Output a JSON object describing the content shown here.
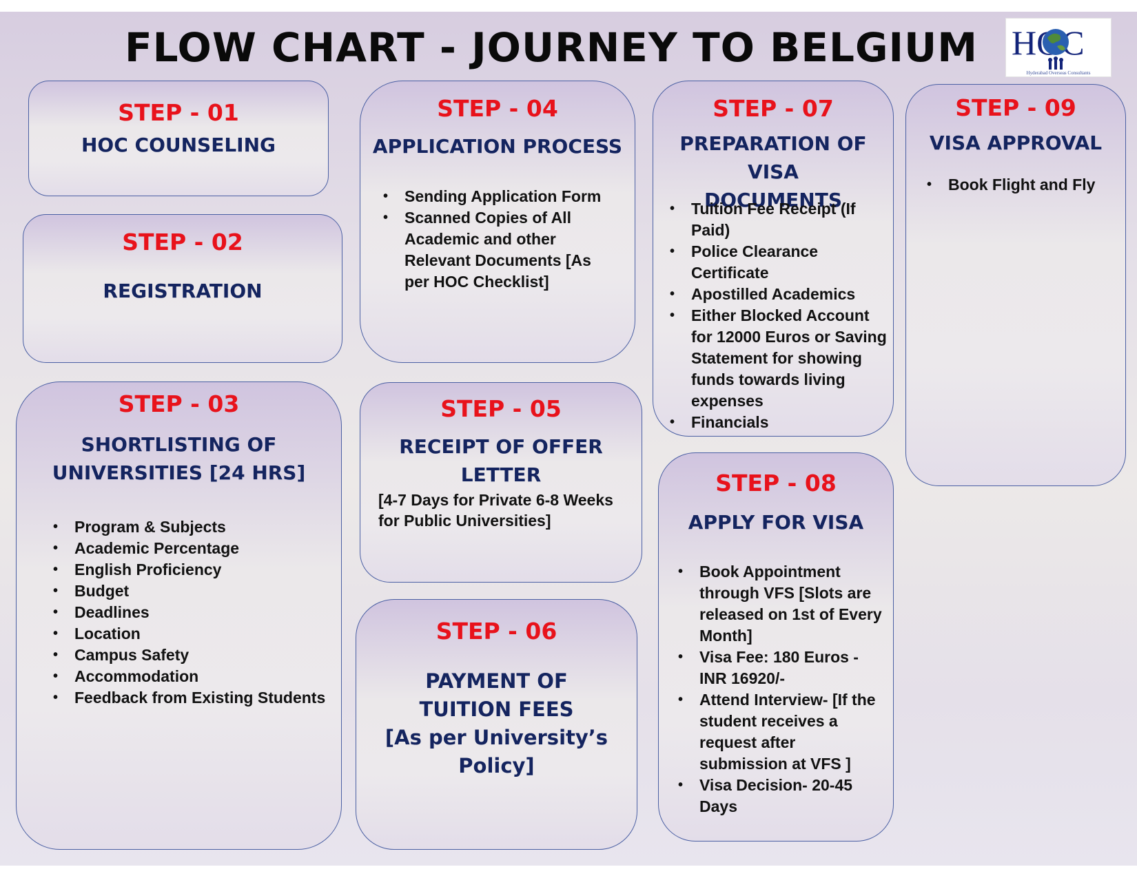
{
  "title": "FLOW CHART - JOURNEY TO BELGIUM",
  "logo": {
    "text": "HOC",
    "tagline": "Hyderabad Overseas Consultants"
  },
  "colors": {
    "step_label": "#e8121b",
    "heading": "#14245f",
    "border": "#4a5fa3"
  },
  "steps": {
    "s01": {
      "label": "STEP - 01",
      "heading": "HOC COUNSELING"
    },
    "s02": {
      "label": "STEP - 02",
      "heading": "REGISTRATION"
    },
    "s03": {
      "label": "STEP - 03",
      "heading_line1": "SHORTLISTING OF",
      "heading_line2": "UNIVERSITIES [24 HRS]",
      "items": [
        "Program & Subjects",
        "Academic Percentage",
        "English Proficiency",
        "Budget",
        "Deadlines",
        "Location",
        "Campus Safety",
        "Accommodation",
        "Feedback from Existing Students"
      ]
    },
    "s04": {
      "label": "STEP - 04",
      "heading": "APPLICATION PROCESS",
      "items": [
        "Sending Application Form",
        "Scanned Copies of All Academic and other Relevant Documents [As per HOC Checklist]"
      ]
    },
    "s05": {
      "label": "STEP - 05",
      "heading": "RECEIPT OF OFFER LETTER",
      "note": "[4-7 Days for Private   6-8 Weeks for Public Universities]"
    },
    "s06": {
      "label": "STEP - 06",
      "heading_line1": "PAYMENT OF",
      "heading_line2": "TUITION FEES",
      "heading_line3": "[As per University’s Policy]"
    },
    "s07": {
      "label": "STEP - 07",
      "heading_line1": "PREPARATION OF VISA",
      "heading_line2": "DOCUMENTS",
      "items": [
        "Tuition Fee Receipt (If Paid)",
        "Police Clearance Certificate",
        "Apostilled Academics",
        "Either Blocked Account for 12000 Euros or Saving Statement for showing funds towards living expenses",
        "Financials"
      ]
    },
    "s08": {
      "label": "STEP - 08",
      "heading": "APPLY FOR VISA",
      "items": [
        "Book Appointment through VFS [Slots are released on 1st of Every Month]",
        "Visa Fee: 180 Euros - INR 16920/-",
        "Attend Interview- [If the student receives a request after submission at VFS ]",
        "Visa Decision- 20-45 Days"
      ]
    },
    "s09": {
      "label": "STEP - 09",
      "heading": "VISA APPROVAL",
      "items": [
        "Book Flight and Fly"
      ]
    }
  }
}
